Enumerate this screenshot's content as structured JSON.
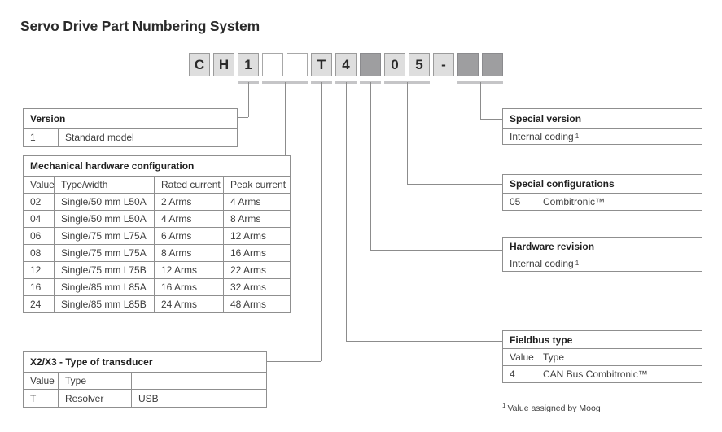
{
  "title": "Servo Drive Part Numbering System",
  "part_number": {
    "boxes": [
      {
        "char": "C",
        "style": "light"
      },
      {
        "char": "H",
        "style": "light"
      },
      {
        "char": "1",
        "style": "light"
      },
      {
        "char": "",
        "style": "white"
      },
      {
        "char": "",
        "style": "white"
      },
      {
        "char": "T",
        "style": "light"
      },
      {
        "char": "4",
        "style": "light"
      },
      {
        "char": "",
        "style": "dark"
      },
      {
        "char": "0",
        "style": "light"
      },
      {
        "char": "5",
        "style": "light"
      },
      {
        "char": "-",
        "style": "light"
      },
      {
        "char": "",
        "style": "dark"
      },
      {
        "char": "",
        "style": "dark"
      }
    ]
  },
  "version": {
    "title": "Version",
    "rows": [
      [
        "1",
        "Standard model"
      ]
    ]
  },
  "mechanical": {
    "title": "Mechanical hardware configuration",
    "columns": [
      "Value",
      "Type/width",
      "Rated current",
      "Peak current"
    ],
    "rows": [
      [
        "02",
        "Single/50 mm L50A",
        "2 Arms",
        "4 Arms"
      ],
      [
        "04",
        "Single/50 mm L50A",
        "4 Arms",
        "8 Arms"
      ],
      [
        "06",
        "Single/75 mm L75A",
        "6 Arms",
        "12 Arms"
      ],
      [
        "08",
        "Single/75 mm L75A",
        "8 Arms",
        "16 Arms"
      ],
      [
        "12",
        "Single/75 mm L75B",
        "12 Arms",
        "22 Arms"
      ],
      [
        "16",
        "Single/85 mm L85A",
        "16 Arms",
        "32 Arms"
      ],
      [
        "24",
        "Single/85 mm L85B",
        "24 Arms",
        "48 Arms"
      ]
    ]
  },
  "transducer": {
    "title": "X2/X3 - Type of transducer",
    "columns": [
      "Value",
      "Type",
      ""
    ],
    "rows": [
      [
        "T",
        "Resolver",
        "USB"
      ]
    ]
  },
  "special_version": {
    "title": "Special version",
    "note": "Internal coding",
    "sup": "1"
  },
  "special_configs": {
    "title": "Special configurations",
    "rows": [
      [
        "05",
        "Combitronic™"
      ]
    ]
  },
  "hardware_revision": {
    "title": "Hardware revision",
    "note": "Internal coding",
    "sup": "1"
  },
  "fieldbus": {
    "title": "Fieldbus type",
    "columns": [
      "Value",
      "Type"
    ],
    "rows": [
      [
        "4",
        "CAN Bus Combitronic™"
      ]
    ]
  },
  "footnote": {
    "sup": "1",
    "text": "Value assigned by Moog"
  },
  "colors": {
    "box_light_fill": "#dedede",
    "box_dark_fill": "#9e9ea0",
    "box_border": "#9b9b9b",
    "table_border": "#8f8f8f",
    "leader_line": "#8c8c8c",
    "underline_segment": "#c5c5c7",
    "title_text": "#2b2b2b",
    "cell_text": "#3d3d3d"
  }
}
